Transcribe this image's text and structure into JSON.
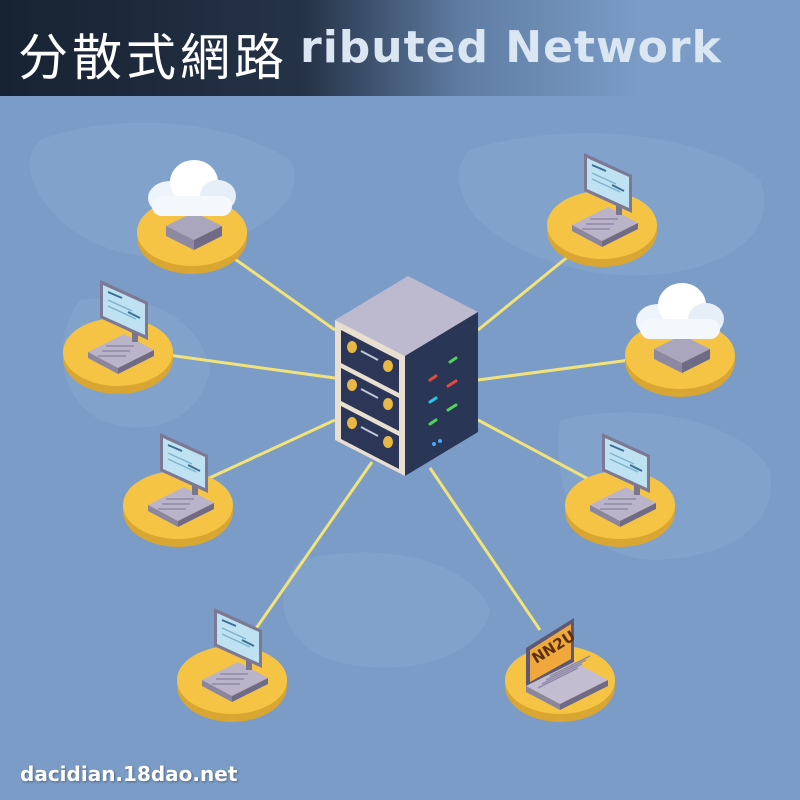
{
  "title": {
    "chinese": "分散式網路",
    "english_background": "ributed Network"
  },
  "watermark": "dacidian.18dao.net",
  "colors": {
    "background": "#7a9cc6",
    "link_line": "#f2e27a",
    "pad": "#f6c445",
    "server_front": "#e9dfd0",
    "server_side": "#2a3656",
    "cloud": "#ffffff"
  },
  "hub": {
    "name": "server-rack-icon",
    "slots": 3
  },
  "nodes": [
    {
      "id": "cloud-top-left",
      "icon": "cloud-icon"
    },
    {
      "id": "monitor-top-right",
      "icon": "monitor-icon"
    },
    {
      "id": "monitor-left",
      "icon": "monitor-icon"
    },
    {
      "id": "cloud-right",
      "icon": "cloud-icon"
    },
    {
      "id": "monitor-mid-left",
      "icon": "monitor-icon"
    },
    {
      "id": "monitor-mid-right",
      "icon": "monitor-icon"
    },
    {
      "id": "monitor-bottom-left",
      "icon": "monitor-icon"
    },
    {
      "id": "laptop-bottom-right",
      "icon": "laptop-icon",
      "screen_text": "NN2U"
    }
  ]
}
